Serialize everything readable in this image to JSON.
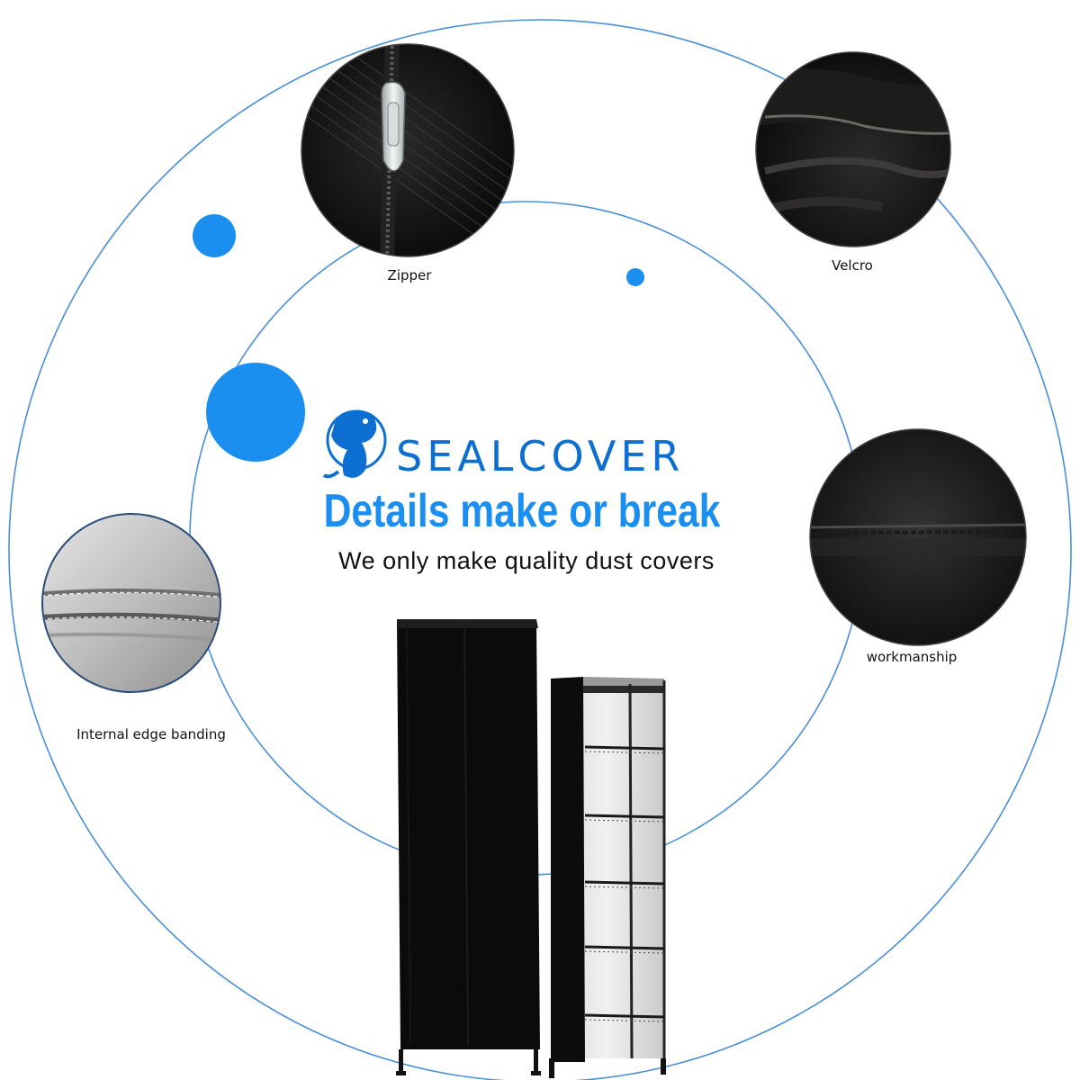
{
  "brand": {
    "name": "SEALCOVER",
    "headline": "Details make or break",
    "tagline": "We only make quality dust covers"
  },
  "details": {
    "zipper": "Zipper",
    "velcro": "Velcro",
    "workmanship": "workmanship",
    "edge_banding": "Internal edge banding"
  },
  "colors": {
    "accent_blue": "#1b8ff0",
    "brand_blue": "#0d6fd1",
    "ring_blue": "#4a8fd6",
    "cover_black": "#0b0b0b"
  }
}
